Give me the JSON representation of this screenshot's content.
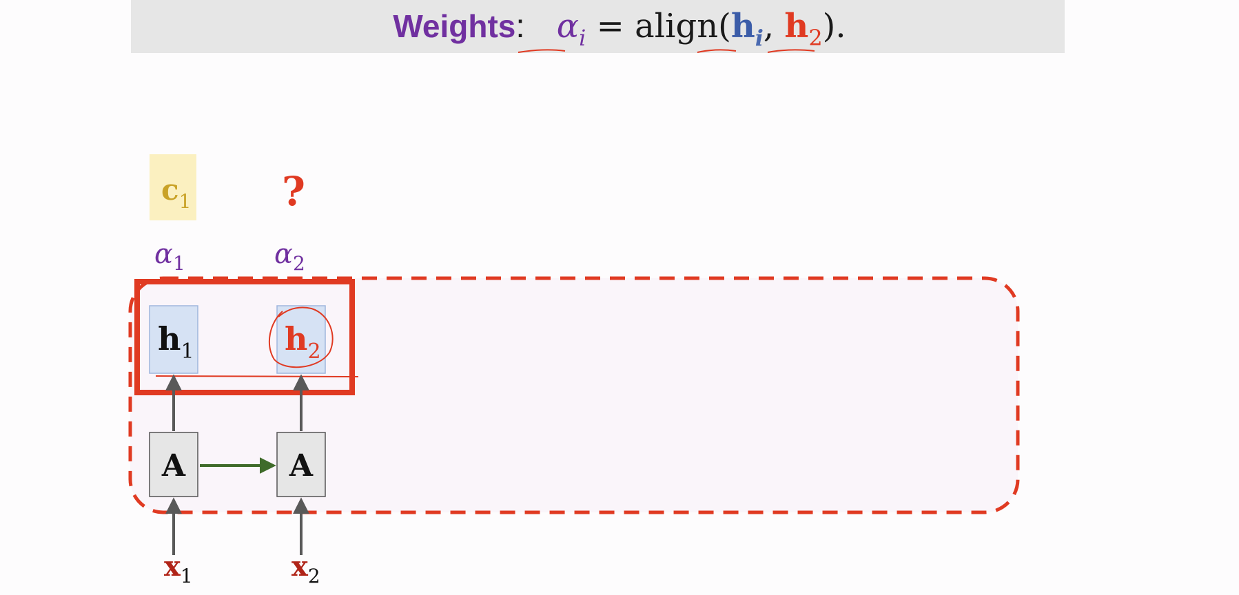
{
  "header": {
    "weights_label": "Weights",
    "colon": ":",
    "alpha_symbol": "α",
    "alpha_sub": "i",
    "equals_align": " = align(",
    "h_symbol": "h",
    "h_sub": "i",
    "comma": ", ",
    "h2_symbol": "h",
    "h2_sub": "2",
    "close": ")."
  },
  "diagram": {
    "context": {
      "symbol": "c",
      "sub": "1"
    },
    "unknown": "?",
    "alphas": [
      {
        "symbol": "α",
        "sub": "1"
      },
      {
        "symbol": "α",
        "sub": "2"
      }
    ],
    "hidden_states": [
      {
        "symbol": "h",
        "sub": "1"
      },
      {
        "symbol": "h",
        "sub": "2"
      }
    ],
    "cells": [
      {
        "label": "A"
      },
      {
        "label": "A"
      }
    ],
    "inputs": [
      {
        "symbol": "x",
        "sub": "1"
      },
      {
        "symbol": "x",
        "sub": "2"
      }
    ]
  },
  "colors": {
    "purple": "#7030a0",
    "red": "#e03a22",
    "dark_red": "#b02418",
    "blue": "#3b5ca8",
    "gold": "#c9a227",
    "gold_bg": "#fbf0c0",
    "h_box": "#d6e2f4",
    "cell_box": "#e6e6e6",
    "green_arrow": "#3f6b2a",
    "gray_arrow": "#595959"
  }
}
